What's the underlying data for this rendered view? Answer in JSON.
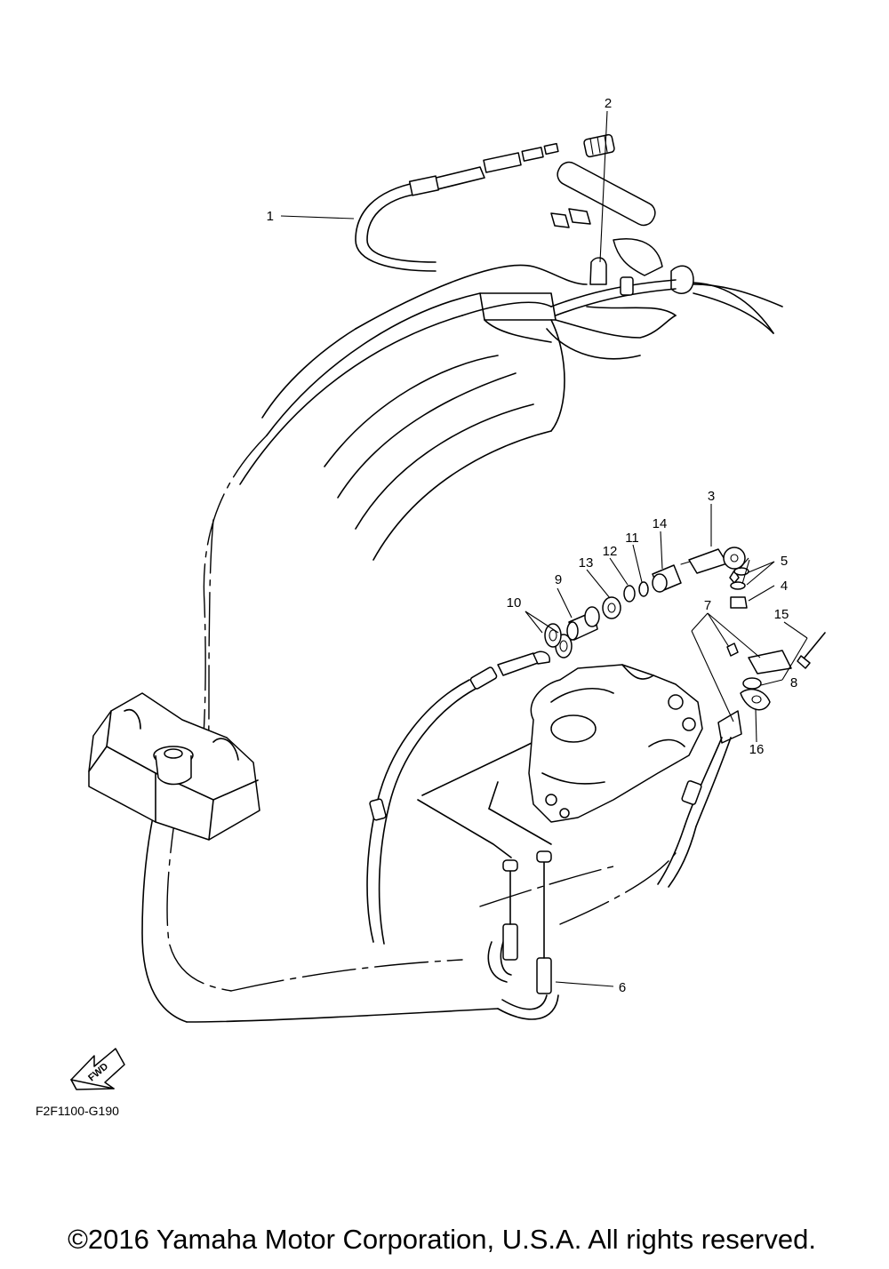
{
  "diagram": {
    "code": "F2F1100-G190",
    "fwd_label": "FWD",
    "copyright": "©2016 Yamaha Motor Corporation, U.S.A. All rights reserved.",
    "callouts": {
      "c1": "1",
      "c2": "2",
      "c3": "3",
      "c4": "4",
      "c5": "5",
      "c6": "6",
      "c7": "7",
      "c8": "8",
      "c9": "9",
      "c10": "10",
      "c11": "11",
      "c12": "12",
      "c13": "13",
      "c14": "14",
      "c15": "15",
      "c16": "16"
    }
  }
}
